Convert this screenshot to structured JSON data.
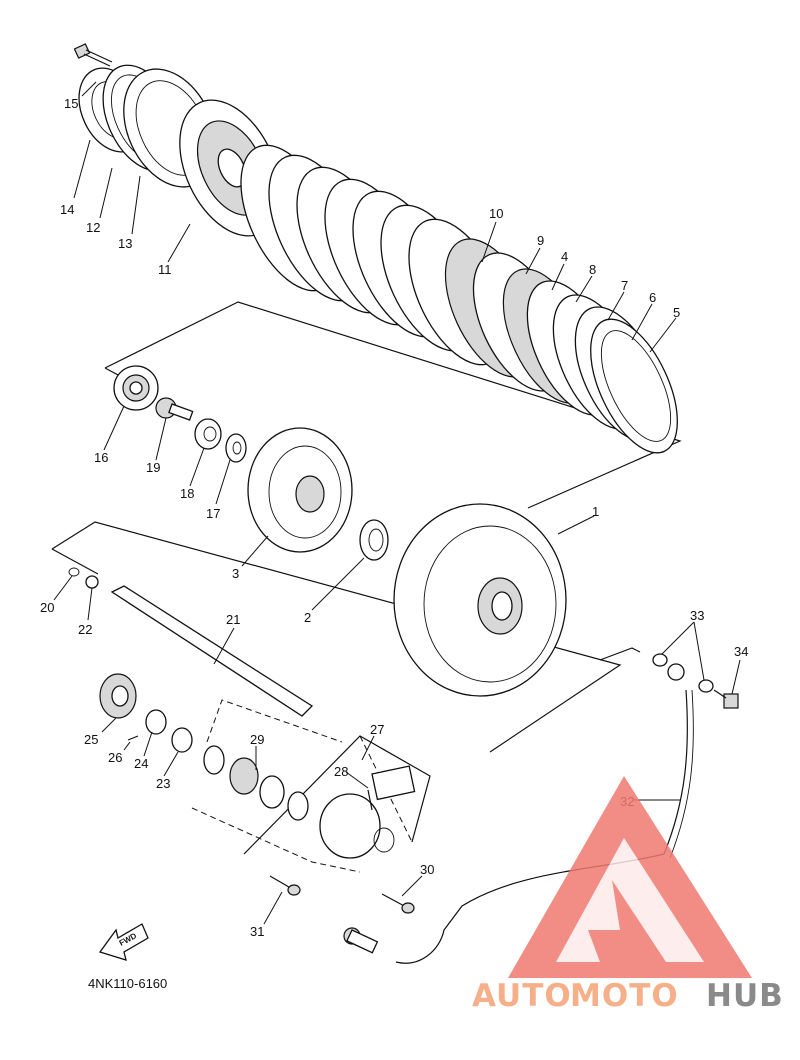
{
  "diagram": {
    "part_code": "4NK110-6160",
    "fwd_label": "FWD",
    "callouts": [
      "1",
      "2",
      "3",
      "4",
      "5",
      "6",
      "7",
      "8",
      "9",
      "10",
      "11",
      "12",
      "13",
      "14",
      "15",
      "16",
      "17",
      "18",
      "19",
      "20",
      "21",
      "22",
      "23",
      "24",
      "25",
      "26",
      "27",
      "28",
      "29",
      "30",
      "31",
      "32",
      "33",
      "34"
    ]
  },
  "watermark": {
    "part_auto": "AUTO",
    "part_moto": "MOTO",
    "part_hub": "HUB",
    "colors": {
      "auto": "#f6b089",
      "moto": "#f6b089",
      "hub": "#8a8a8a",
      "triangle": "#f07a72"
    },
    "icon": "triangle-logo-icon"
  }
}
